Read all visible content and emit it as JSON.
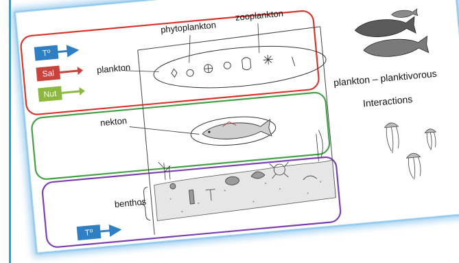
{
  "diagram": {
    "labels": {
      "phytoplankton": "phytoplankton",
      "zooplankton": "zooplankton",
      "plankton": "plankton",
      "nekton": "nekton",
      "benthos": "benthos",
      "plankton_planktivorous": "plankton – planktivorous",
      "interactions": "Interactions"
    },
    "factors": [
      {
        "label": "Tº",
        "color": "#2f7fc4"
      },
      {
        "label": "Sal",
        "color": "#c9423b"
      },
      {
        "label": "Nut",
        "color": "#8cb83f"
      }
    ],
    "benthos_factor": {
      "label": "Tº",
      "color": "#2f7fc4"
    },
    "zone_colors": {
      "plankton": "#d9342b",
      "nekton": "#43a047",
      "benthos": "#7b3fb0"
    }
  }
}
